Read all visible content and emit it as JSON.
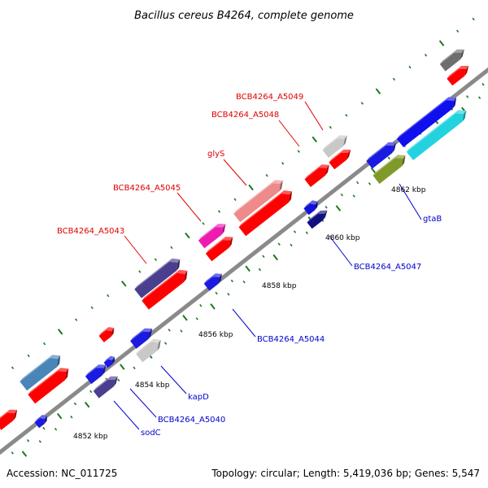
{
  "title": "Bacillus cereus B4264, complete genome",
  "footer": {
    "accession": "Accession: NC_011725",
    "summary": "Topology: circular; Length: 5,419,036 bp; Genes: 5,547"
  },
  "colors": {
    "backbone": "#888888",
    "tick_major": "#1a7a1a",
    "tick_minor": "#1a7a1a",
    "label_forward": "#e00000",
    "label_reverse": "#0000cc"
  },
  "scale_labels": [
    "4852 kbp",
    "4854 kbp",
    "4856 kbp",
    "4858 kbp",
    "4860 kbp",
    "4862 kbp"
  ],
  "gene_labels": [
    {
      "text": "BCB4264_A5049",
      "strand": "forward"
    },
    {
      "text": "BCB4264_A5048",
      "strand": "forward"
    },
    {
      "text": "glyS",
      "strand": "forward"
    },
    {
      "text": "BCB4264_A5045",
      "strand": "forward"
    },
    {
      "text": "BCB4264_A5043",
      "strand": "forward"
    },
    {
      "text": "gtaB",
      "strand": "reverse"
    },
    {
      "text": "BCB4264_A5047",
      "strand": "reverse"
    },
    {
      "text": "BCB4264_A5044",
      "strand": "reverse"
    },
    {
      "text": "kapD",
      "strand": "reverse"
    },
    {
      "text": "BCB4264_A5040",
      "strand": "reverse"
    },
    {
      "text": "sodC",
      "strand": "reverse"
    }
  ]
}
